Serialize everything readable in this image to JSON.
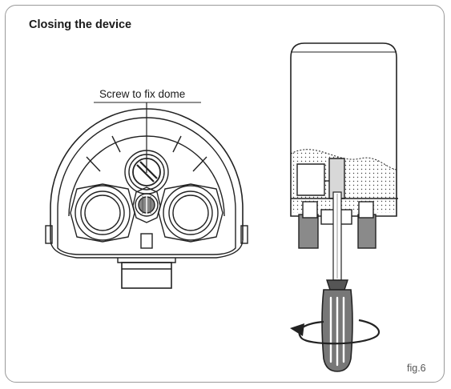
{
  "diagram": {
    "title": "Closing the device",
    "callout_label": "Screw to fix dome",
    "figure_label": "fig.6"
  }
}
